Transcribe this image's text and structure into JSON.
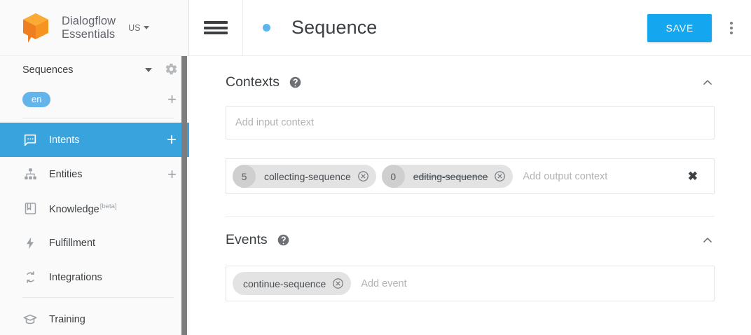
{
  "sidebar": {
    "brand": {
      "line1": "Dialogflow",
      "line2": "Essentials",
      "region": "US",
      "region_caret_icon": "caret-down-icon",
      "logo_icon": "dialogflow-logo-icon"
    },
    "agent": {
      "name": "Sequences",
      "caret_icon": "caret-down-icon",
      "gear_icon": "gear-icon"
    },
    "language": {
      "code": "en",
      "add_icon": "plus-icon"
    },
    "items": [
      {
        "label": "Intents",
        "icon": "intents-chat-icon",
        "active": true,
        "action_icon": "plus-icon",
        "action": "+"
      },
      {
        "label": "Entities",
        "icon": "entities-hierarchy-icon",
        "active": false,
        "action_icon": "plus-icon",
        "action": "+"
      },
      {
        "label": "Knowledge",
        "badge": "[beta]",
        "icon": "knowledge-book-icon",
        "active": false
      },
      {
        "label": "Fulfillment",
        "icon": "fulfillment-bolt-icon",
        "active": false
      },
      {
        "label": "Integrations",
        "icon": "integrations-sync-icon",
        "active": false
      },
      {
        "label": "Training",
        "icon": "training-graduation-cap-icon",
        "active": false
      }
    ],
    "scrollbar": "vertical-scrollbar-thumb"
  },
  "topbar": {
    "menu_icon": "hamburger-menu-icon",
    "status_dot": "status-dot-icon",
    "title": "Sequence",
    "save_label": "SAVE",
    "more_icon": "kebab-menu-icon"
  },
  "contexts": {
    "title": "Contexts",
    "help_icon": "help-circle-icon",
    "collapse_icon": "chevron-up-icon",
    "input": {
      "placeholder": "Add input context",
      "value": ""
    },
    "output": {
      "placeholder": "Add output context",
      "clear_icon": "close-x-icon",
      "chips": [
        {
          "lifespan": "5",
          "name": "collecting-sequence",
          "expired": false,
          "remove_icon": "remove-circle-icon"
        },
        {
          "lifespan": "0",
          "name": "editing-sequence",
          "expired": true,
          "remove_icon": "remove-circle-icon"
        }
      ]
    }
  },
  "events": {
    "title": "Events",
    "help_icon": "help-circle-icon",
    "collapse_icon": "chevron-up-icon",
    "placeholder": "Add event",
    "chips": [
      {
        "name": "continue-sequence",
        "remove_icon": "remove-circle-icon"
      }
    ]
  },
  "colors": {
    "accent_blue": "#14a7f0",
    "nav_active_blue": "#39a3dd",
    "lang_chip_blue": "#64b4ec",
    "logo_orange": "#f79321",
    "sidebar_bg": "#fafafa"
  }
}
